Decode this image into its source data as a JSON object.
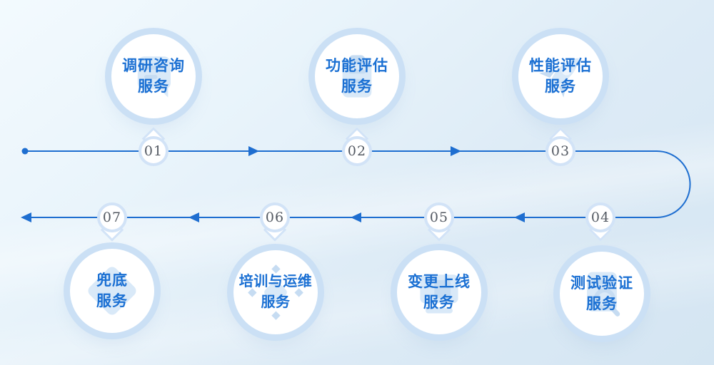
{
  "diagram": {
    "type": "process-flow",
    "layout": "snake-timeline",
    "palette": {
      "line": "#1e6ed0",
      "arrow": "#1e6ed0",
      "title_text": "#1b70d3",
      "number_text": "#545a63",
      "circle_fill": "#ffffff",
      "halo_ring": "#cbe0f5",
      "badge_ring": "#d2e3f7",
      "icon_fill": "#d9e9f8",
      "icon_fill_secondary": "#c6dcf2",
      "background_top": "#f3fafe",
      "background_bottom": "#d4e5f2"
    },
    "steps": [
      {
        "number": "01",
        "title_line1": "调研咨询",
        "title_line2": "服务",
        "icon": "consult-doc-icon",
        "row": "top"
      },
      {
        "number": "02",
        "title_line1": "功能评估",
        "title_line2": "服务",
        "icon": "clipboard-icon",
        "row": "top"
      },
      {
        "number": "03",
        "title_line1": "性能评估",
        "title_line2": "服务",
        "icon": "rocket-icon",
        "row": "top"
      },
      {
        "number": "04",
        "title_line1": "测试验证",
        "title_line2": "服务",
        "icon": "doc-search-icon",
        "row": "bottom"
      },
      {
        "number": "05",
        "title_line1": "变更上线",
        "title_line2": "服务",
        "icon": "monitor-icon",
        "row": "bottom"
      },
      {
        "number": "06",
        "title_line1": "培训与运维",
        "title_line2": "服务",
        "icon": "sync-diamond-icon",
        "row": "bottom"
      },
      {
        "number": "07",
        "title_line1": "兜底",
        "title_line2": "服务",
        "icon": "diamond-icon",
        "row": "bottom"
      }
    ]
  }
}
